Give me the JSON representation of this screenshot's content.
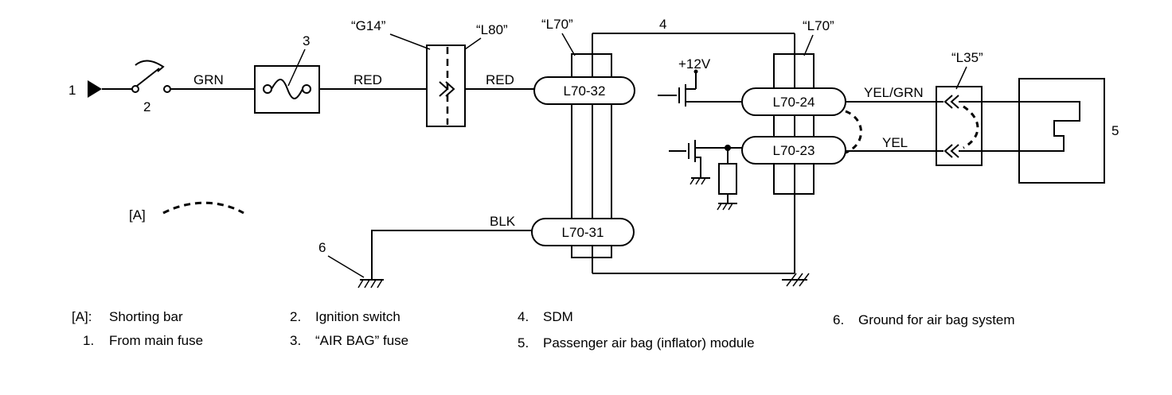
{
  "nodes": {
    "n1": "1",
    "n2": "2",
    "n3": "3",
    "n4": "4",
    "n5": "5",
    "n6": "6"
  },
  "connectors": {
    "g14": "“G14”",
    "l80": "“L80”",
    "l70_left": "“L70”",
    "l70_right": "“L70”",
    "l35": "“L35”"
  },
  "terminals": {
    "l70_32": "L70-32",
    "l70_24": "L70-24",
    "l70_23": "L70-23",
    "l70_31": "L70-31"
  },
  "wires": {
    "grn": "GRN",
    "red1": "RED",
    "red2": "RED",
    "blk": "BLK",
    "yel_grn": "YEL/GRN",
    "yel": "YEL"
  },
  "supply": "+12V",
  "shorting_bar_marker": "[A]",
  "legend": [
    {
      "key": "[A]:",
      "text": "Shorting bar"
    },
    {
      "key": "1.",
      "text": "From main fuse"
    },
    {
      "key": "2.",
      "text": "Ignition switch"
    },
    {
      "key": "3.",
      "text": "“AIR BAG” fuse"
    },
    {
      "key": "4.",
      "text": "SDM"
    },
    {
      "key": "5.",
      "text": "Passenger air bag (inflator) module"
    },
    {
      "key": "6.",
      "text": "Ground for air bag system"
    }
  ]
}
